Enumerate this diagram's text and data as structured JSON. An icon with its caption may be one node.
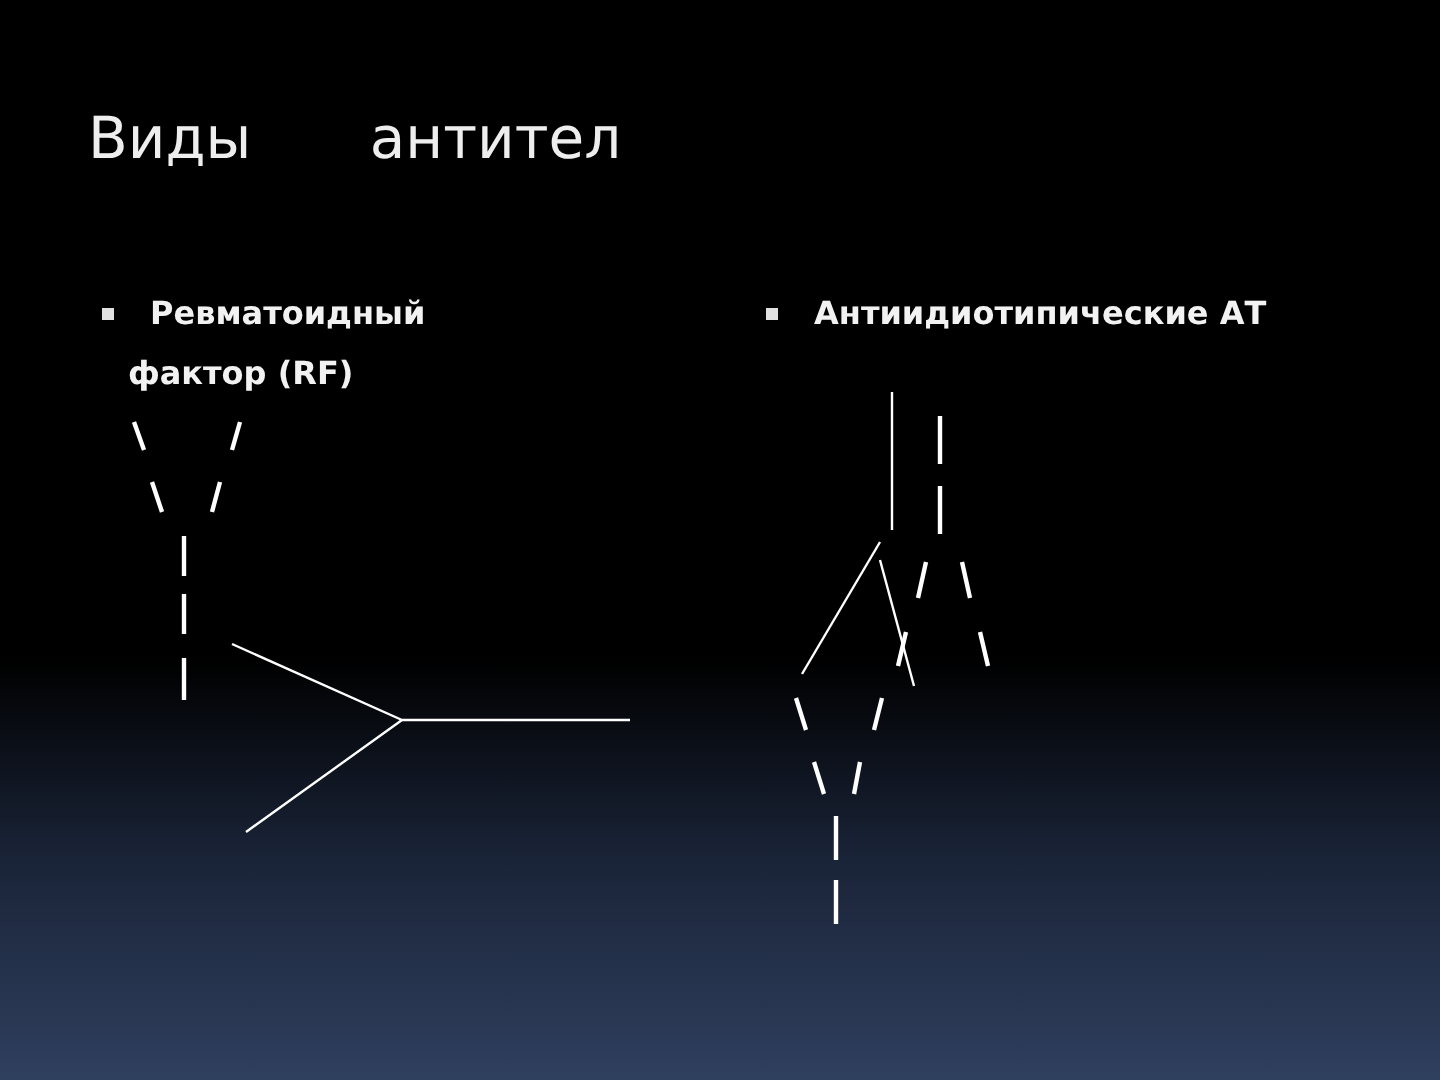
{
  "diagram": {
    "title": "Виды антител",
    "labels": [
      "Ревматоидный фактор (RF)",
      "Антиидиотипические АТ"
    ]
  }
}
